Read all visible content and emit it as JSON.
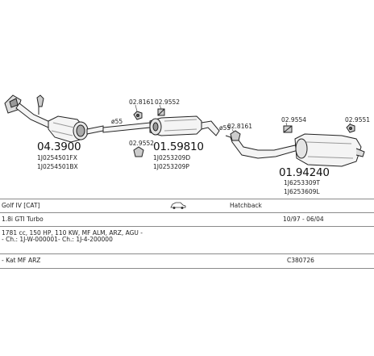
{
  "parts": {
    "catalyst": {
      "number": "04.3900",
      "oe_codes": [
        "1J0254501FX",
        "1J0254501BX"
      ]
    },
    "middle_silencer": {
      "number": "01.59810",
      "oe_codes": [
        "1J0253209D",
        "1J0253209P"
      ]
    },
    "rear_silencer": {
      "number": "01.94240",
      "oe_codes": [
        "1J6253309T",
        "1J6253609L"
      ]
    }
  },
  "accessories": [
    "02.8161",
    "02.9552",
    "02.9552",
    "02.8161",
    "02.9554",
    "02.9551"
  ],
  "pipe_diameters": [
    "ø55",
    "ø55"
  ],
  "info_rows": {
    "model": "Golf IV [CAT]",
    "body": "Hatchback",
    "engine": "1.8i GTI Turbo",
    "years": "10/97 - 06/04",
    "specs": "1781 cc, 150 HP, 110 KW, MF ALM, ARZ, AGU -",
    "chassis": "- Ch.: 1J-W-000001- Ch.: 1J-4-200000",
    "cat": "- Kat MF ARZ",
    "ref": "C380726"
  },
  "colors": {
    "line": "#222222",
    "fill": "#f4f4f4",
    "shade": "#8a8a8a"
  }
}
